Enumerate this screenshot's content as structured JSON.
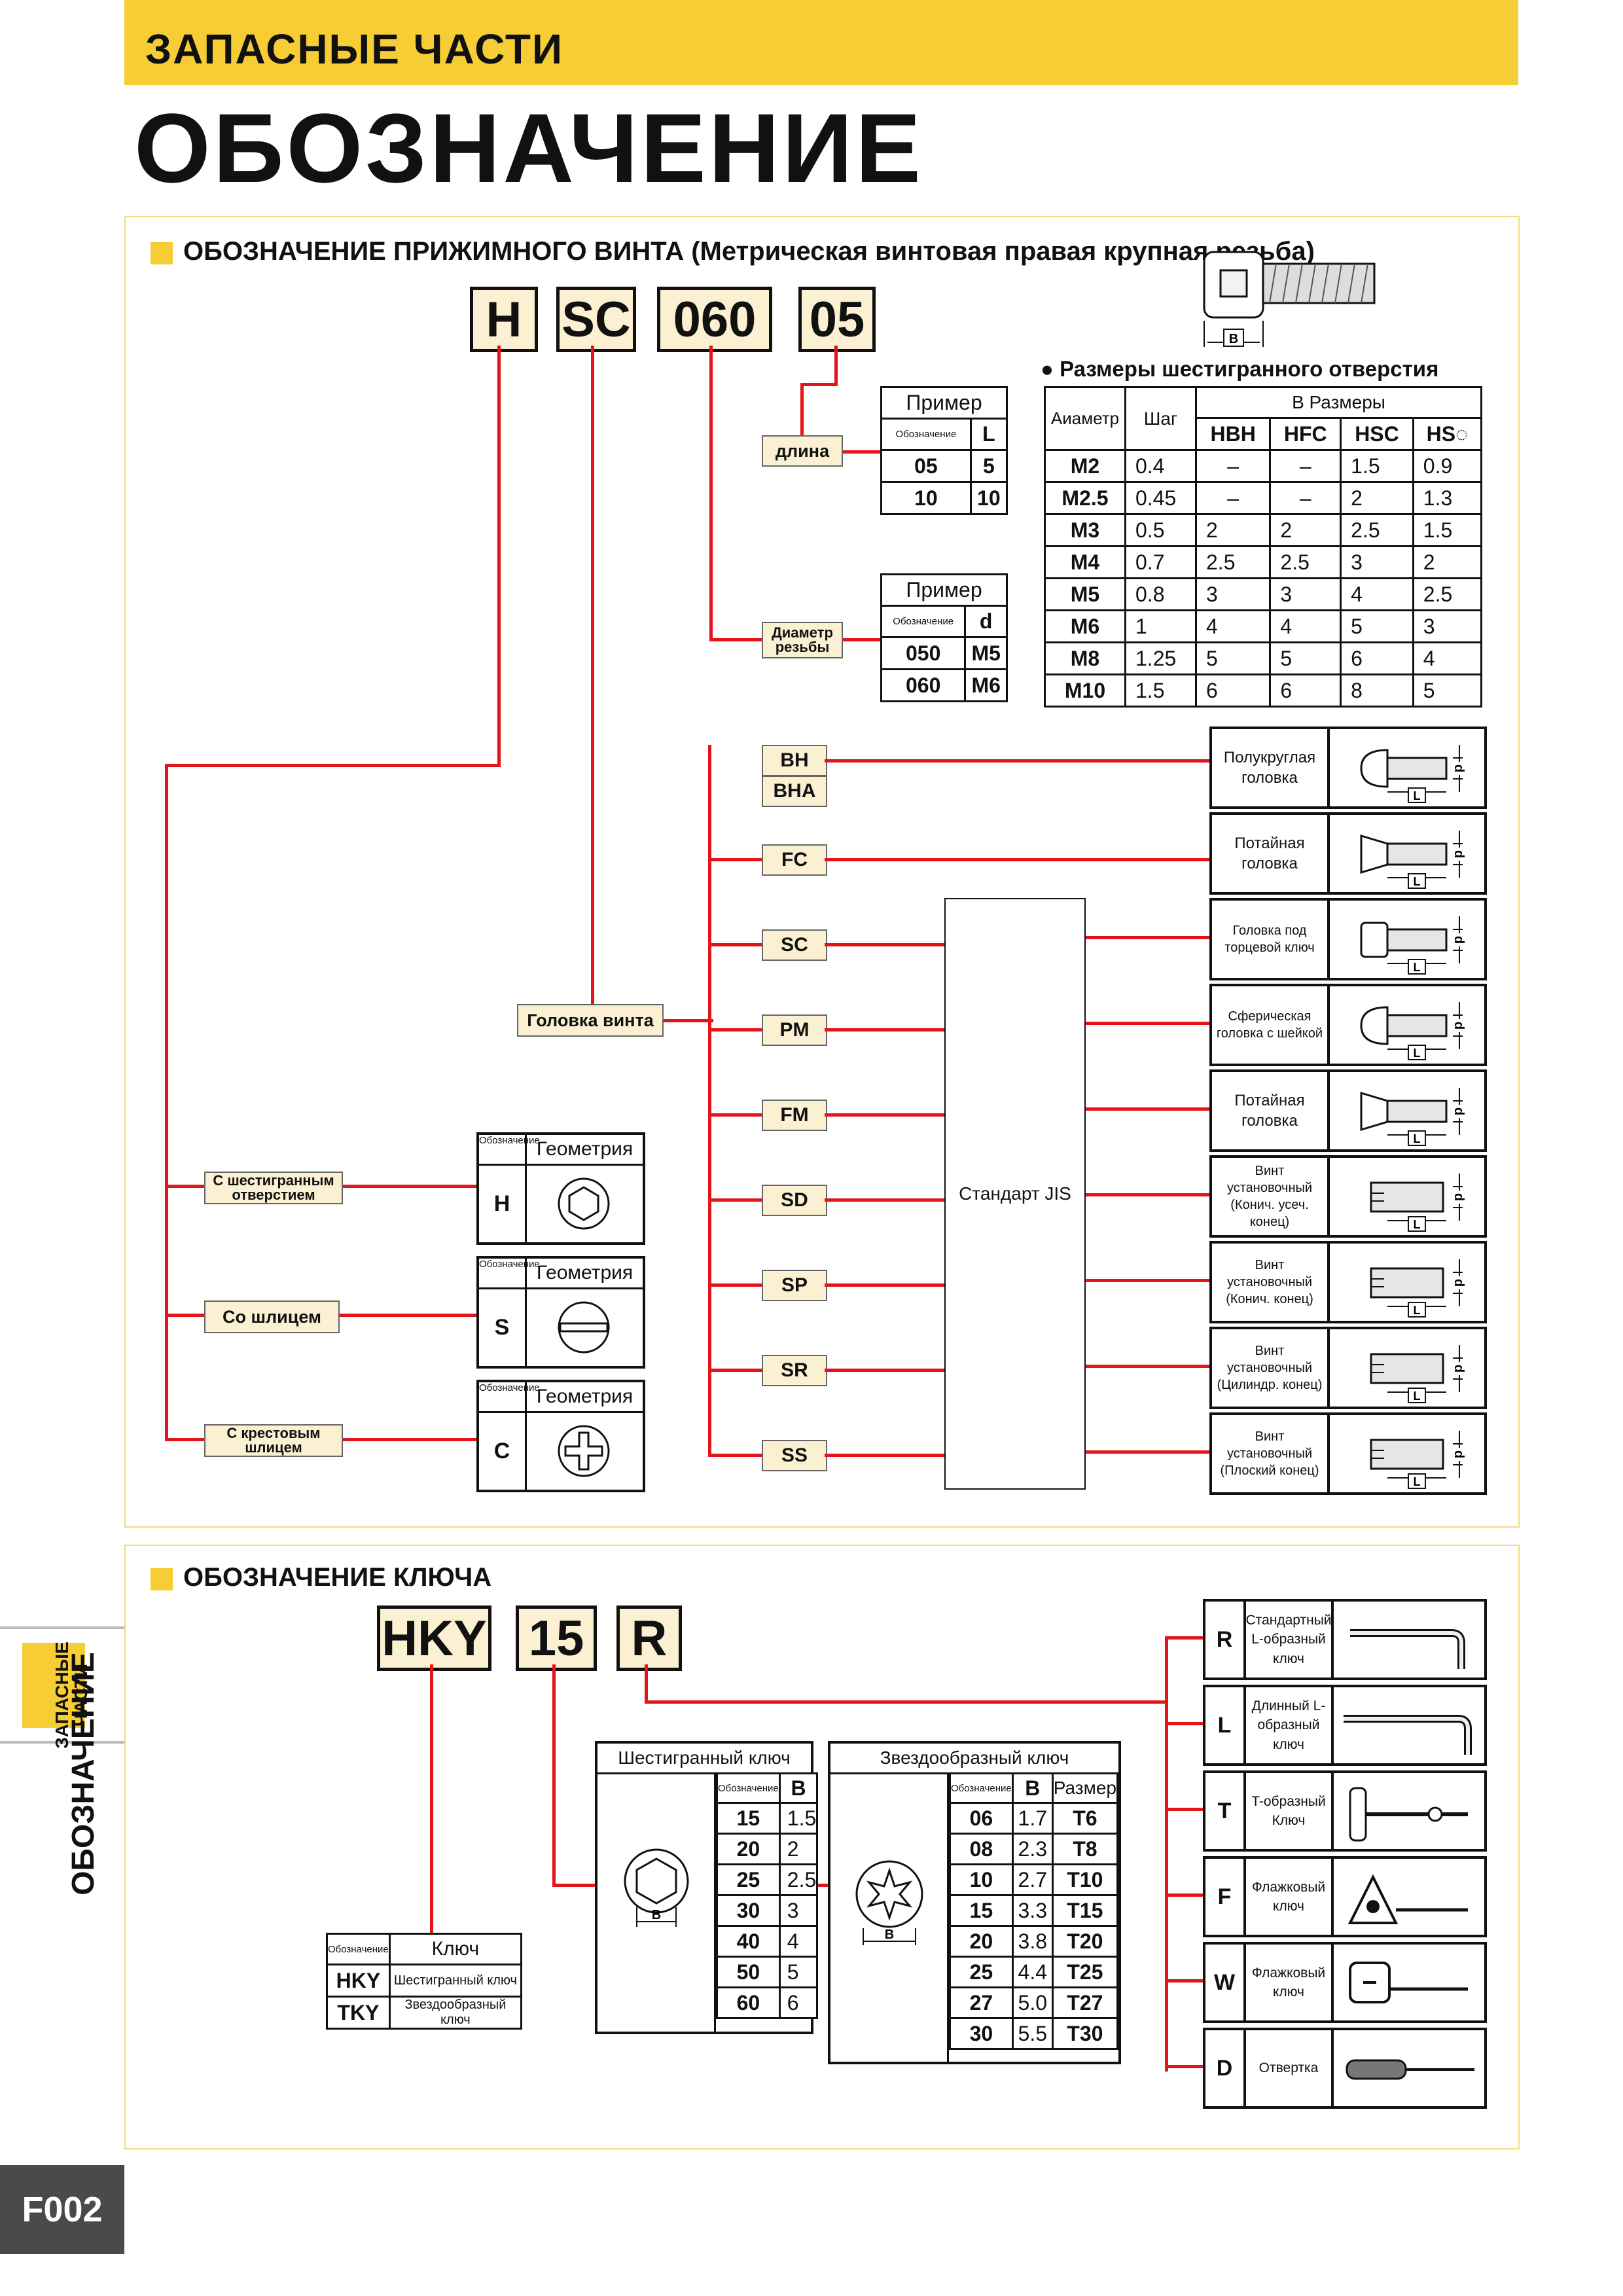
{
  "header": {
    "subtitle": "ЗАПАСНЫЕ ЧАСТИ",
    "title": "ОБОЗНАЧЕНИЕ"
  },
  "section1": {
    "title": "ОБОЗНАЧЕНИЕ ПРИЖИМНОГО ВИНТА (Метрическая винтовая правая крупная резьба)",
    "codes": [
      "H",
      "SC",
      "060",
      "05"
    ],
    "length_label": "длина",
    "diameter_label": "Диаметр резьбы",
    "head_label": "Головка винта",
    "screw_b_label": "B",
    "example_L": {
      "title": "Пример",
      "col1": "Обозначение",
      "col2": "L",
      "rows": [
        [
          "05",
          "5"
        ],
        [
          "10",
          "10"
        ]
      ]
    },
    "example_d": {
      "title": "Пример",
      "col1": "Обозначение",
      "col2": "d",
      "rows": [
        [
          "050",
          "M5"
        ],
        [
          "060",
          "M6"
        ]
      ]
    },
    "hex_sizes": {
      "title": "Размеры шестигранного отверстия",
      "col_diameter": "Аиаметр",
      "col_pitch": "Шаг",
      "col_sizes": "B Размеры",
      "sub_cols": [
        "HBH",
        "HFC",
        "HSC",
        "HS◌"
      ],
      "rows": [
        [
          "M2",
          "0.4",
          "–",
          "–",
          "1.5",
          "0.9"
        ],
        [
          "M2.5",
          "0.45",
          "–",
          "–",
          "2",
          "1.3"
        ],
        [
          "M3",
          "0.5",
          "2",
          "2",
          "2.5",
          "1.5"
        ],
        [
          "M4",
          "0.7",
          "2.5",
          "2.5",
          "3",
          "2"
        ],
        [
          "M5",
          "0.8",
          "3",
          "3",
          "4",
          "2.5"
        ],
        [
          "M6",
          "1",
          "4",
          "4",
          "5",
          "3"
        ],
        [
          "M8",
          "1.25",
          "5",
          "5",
          "6",
          "4"
        ],
        [
          "M10",
          "1.5",
          "6",
          "6",
          "8",
          "5"
        ]
      ]
    },
    "head_codes": [
      "BH",
      "BHA",
      "FC",
      "SC",
      "PM",
      "FM",
      "SD",
      "SP",
      "SR",
      "SS"
    ],
    "standard_box": "Стандарт JIS",
    "head_types": [
      "Полукруглая головка",
      "Потайная головка",
      "Головка под торцевой ключ",
      "Сферическая головка с шейкой",
      "Потайная головка",
      "Винт установочный (Конич. усеч. конец)",
      "Винт установочный (Конич. конец)",
      "Винт установочный (Цилиндр. конец)",
      "Винт установочный (Плоский конец)"
    ],
    "dim_L": "L",
    "dim_d": "d",
    "drive_types": [
      {
        "label": "С шестигранным отверстием",
        "col1": "Обозначение",
        "col2": "Геометрия",
        "code": "H"
      },
      {
        "label": "Со шлицем",
        "col1": "Обозначение",
        "col2": "Геометрия",
        "code": "S"
      },
      {
        "label": "С крестовым шлицем",
        "col1": "Обозначение",
        "col2": "Геометрия",
        "code": "C"
      }
    ]
  },
  "section2": {
    "title": "ОБОЗНАЧЕНИЕ КЛЮЧА",
    "codes": [
      "HKY",
      "15",
      "R"
    ],
    "key_table": {
      "col1": "Обозначение",
      "col2": "Ключ",
      "rows": [
        [
          "HKY",
          "Шестигранный ключ"
        ],
        [
          "TKY",
          "Звездообразный ключ"
        ]
      ]
    },
    "hex_key": {
      "title": "Шестигранный ключ",
      "col1": "Обозначение",
      "col2": "B",
      "pic_label": "B",
      "rows": [
        [
          "15",
          "1.5"
        ],
        [
          "20",
          "2"
        ],
        [
          "25",
          "2.5"
        ],
        [
          "30",
          "3"
        ],
        [
          "40",
          "4"
        ],
        [
          "50",
          "5"
        ],
        [
          "60",
          "6"
        ]
      ]
    },
    "star_key": {
      "title": "Звездообразный ключ",
      "col1": "Обозначение",
      "col2": "B",
      "col3": "Размер",
      "pic_label": "B",
      "rows": [
        [
          "06",
          "1.7",
          "T6"
        ],
        [
          "08",
          "2.3",
          "T8"
        ],
        [
          "10",
          "2.7",
          "T10"
        ],
        [
          "15",
          "3.3",
          "T15"
        ],
        [
          "20",
          "3.8",
          "T20"
        ],
        [
          "25",
          "4.4",
          "T25"
        ],
        [
          "27",
          "5.0",
          "T27"
        ],
        [
          "30",
          "5.5",
          "T30"
        ]
      ]
    },
    "key_types": [
      {
        "code": "R",
        "label": "Стандартный L-образный ключ"
      },
      {
        "code": "L",
        "label": "Длинный L-образный ключ"
      },
      {
        "code": "T",
        "label": "T-образный Ключ"
      },
      {
        "code": "F",
        "label": "Флажковый ключ"
      },
      {
        "code": "W",
        "label": "Флажковый ключ"
      },
      {
        "code": "D",
        "label": "Отвертка"
      }
    ]
  },
  "side_tab": {
    "vertical_title": "ОБОЗНАЧЕНИЕ",
    "tab_label": "ЗАПАСНЫЕ ЧАСТИ"
  },
  "footer": {
    "page": "F002"
  },
  "colors": {
    "accent": "#f6cd35",
    "line_red": "#e4141b",
    "label_bg": "#fbf1d2",
    "frame_border": "#f1da88"
  }
}
